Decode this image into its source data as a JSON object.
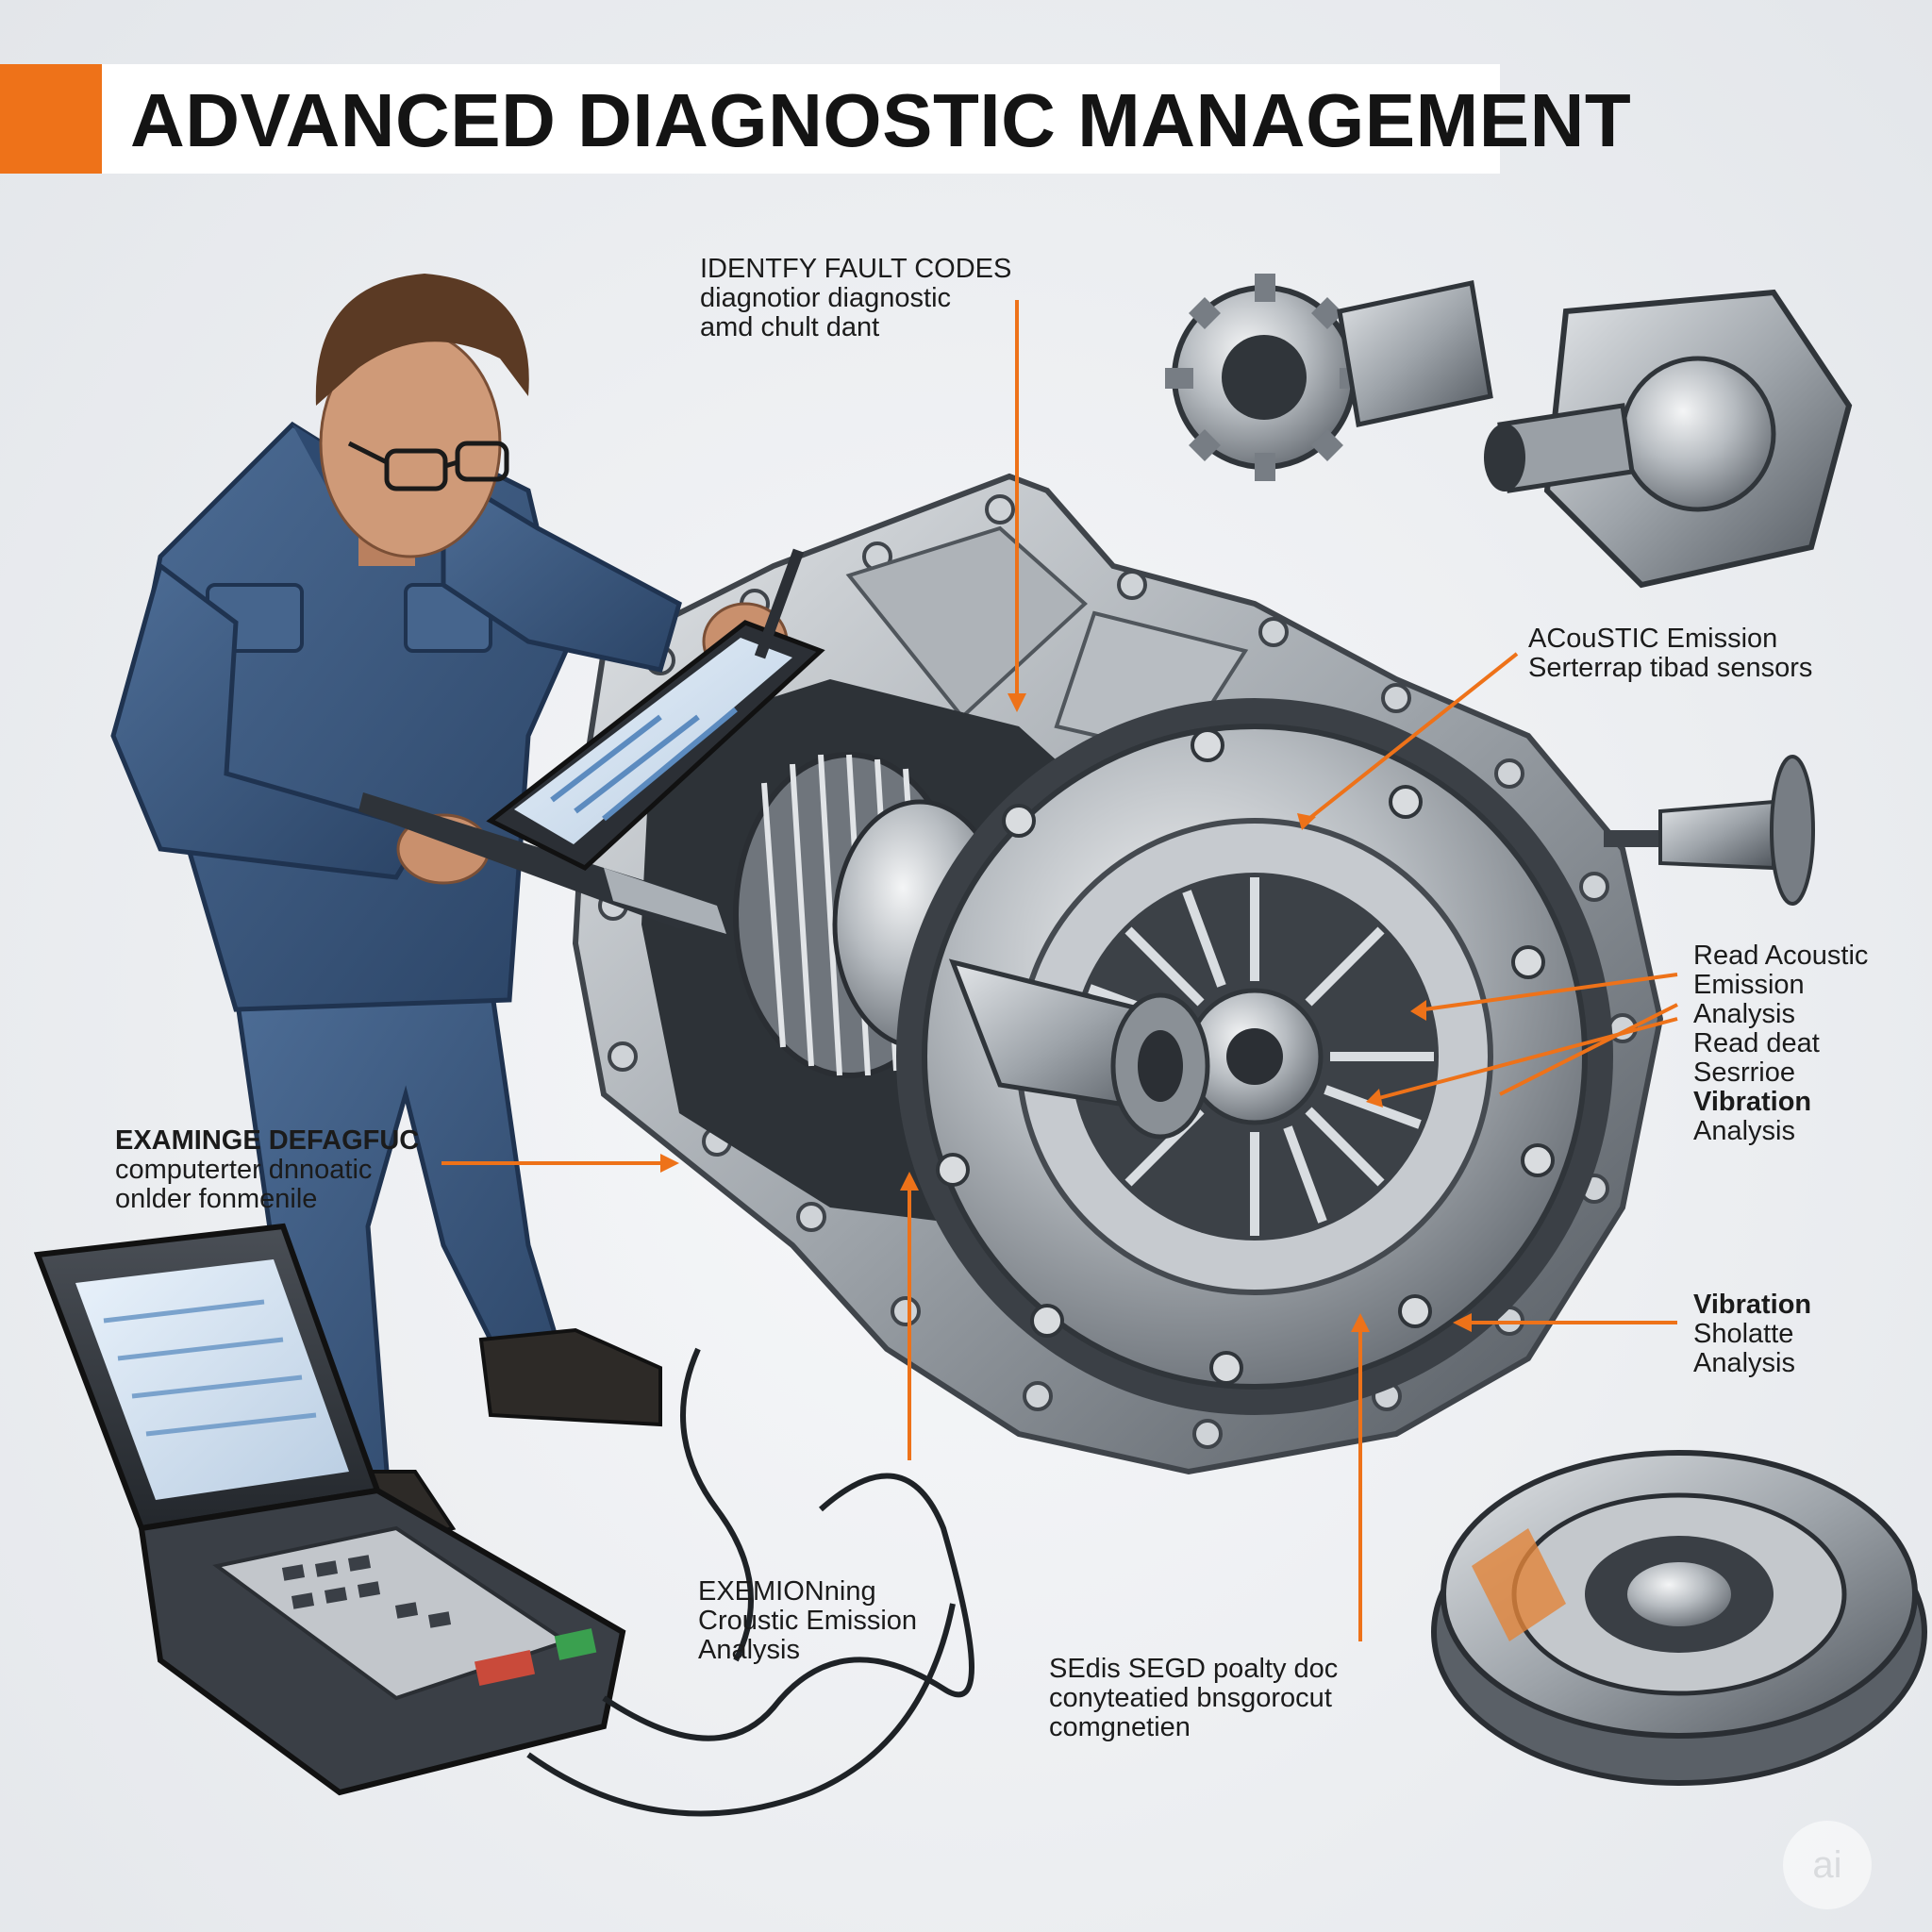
{
  "title": "ADVANCED DIAGNOSTIC MANAGEMENT",
  "colors": {
    "accent": "#ee7219",
    "title_bg": "#ffffff",
    "background": "#eceef1",
    "uniform": "#3a577d",
    "metal": "#9aa0a6"
  },
  "labels": {
    "identify": [
      "IDENTFY FAULT CODES",
      "diagnotior diagnostic",
      "amd chult dant"
    ],
    "acoustic_sensors": [
      "ACouSTIC Emission",
      "Serterrap tibad sensors"
    ],
    "read_acoustic": [
      "Read Acoustic",
      "Emission",
      "Analysis",
      "Read deat",
      "Sesrrioe",
      "Vibration",
      "Analysis"
    ],
    "examine": [
      "EXAMINGE DEFAGFUC",
      "computerter dnnoatic",
      "onlder fonmenile"
    ],
    "vibration": [
      "Vibration",
      "Sholatte",
      "Analysis"
    ],
    "examining": [
      "EXEMIONning",
      "Croustic Emission",
      "Analysis"
    ],
    "seals": [
      "SEdis SEGD poalty doc",
      "conyteatied bnsgorocut",
      "comgnetien"
    ]
  },
  "watermark": "ai",
  "icons": [
    "technician-figure",
    "diagnostic-tablet",
    "diagnostic-scanner",
    "transmission-cutaway",
    "clutch-assembly",
    "gear-pinion",
    "bearing-housing",
    "shaft",
    "flywheel-gear"
  ]
}
